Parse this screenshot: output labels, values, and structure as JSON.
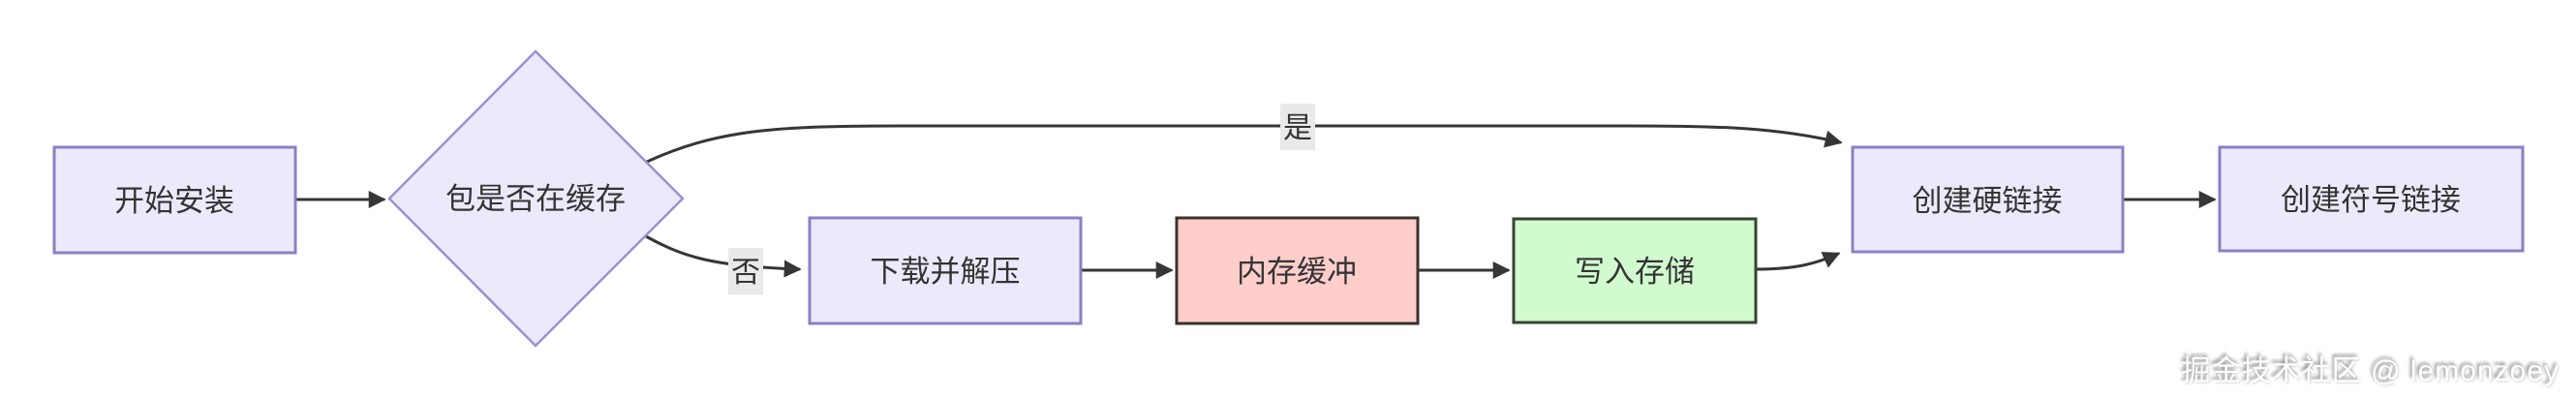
{
  "flowchart": {
    "nodes": [
      {
        "id": "start",
        "label": "开始安装",
        "shape": "rect",
        "fill": "#eceafa",
        "stroke": "#8d7fc4"
      },
      {
        "id": "cache_check",
        "label": "包是否在缓存",
        "shape": "diamond",
        "fill": "#eceafa",
        "stroke": "#9c8fd2"
      },
      {
        "id": "download",
        "label": "下载并解压",
        "shape": "rect",
        "fill": "#eceafa",
        "stroke": "#8d7fc4"
      },
      {
        "id": "mem_buffer",
        "label": "内存缓冲",
        "shape": "rect",
        "fill": "#ffcecb",
        "stroke": "#3b332b"
      },
      {
        "id": "write_storage",
        "label": "写入存储",
        "shape": "rect",
        "fill": "#d1fbcf",
        "stroke": "#364431"
      },
      {
        "id": "hard_link",
        "label": "创建硬链接",
        "shape": "rect",
        "fill": "#eceafa",
        "stroke": "#8d7fc4"
      },
      {
        "id": "sym_link",
        "label": "创建符号链接",
        "shape": "rect",
        "fill": "#eceafa",
        "stroke": "#8d7fc4"
      }
    ],
    "edges": [
      {
        "from": "start",
        "to": "cache_check",
        "label": ""
      },
      {
        "from": "cache_check",
        "to": "hard_link",
        "label": "是"
      },
      {
        "from": "cache_check",
        "to": "download",
        "label": "否"
      },
      {
        "from": "download",
        "to": "mem_buffer",
        "label": ""
      },
      {
        "from": "mem_buffer",
        "to": "write_storage",
        "label": ""
      },
      {
        "from": "write_storage",
        "to": "hard_link",
        "label": ""
      },
      {
        "from": "hard_link",
        "to": "sym_link",
        "label": ""
      }
    ],
    "edge_label_bg": "#e9e9e9",
    "line_color": "#363636"
  },
  "watermark": {
    "text": "掘金技术社区 @ lemonzoey"
  }
}
